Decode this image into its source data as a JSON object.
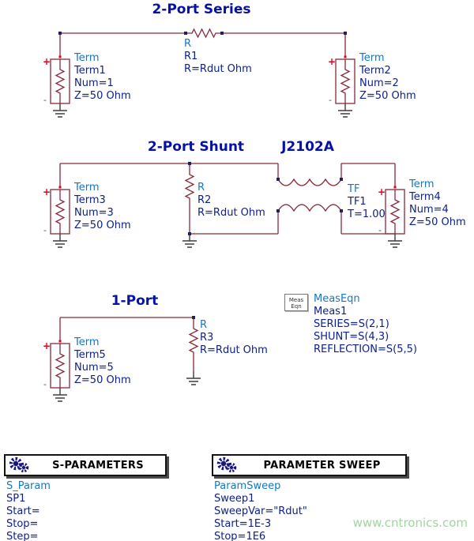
{
  "symbols": {
    "plus": "+",
    "minus": "-"
  },
  "titles": {
    "series": "2-Port Series",
    "shunt": "2-Port Shunt",
    "part": "J2102A",
    "one_port": "1-Port"
  },
  "terms": {
    "term1": {
      "type": "Term",
      "name": "Term1",
      "num": "Num=1",
      "z": "Z=50 Ohm"
    },
    "term2": {
      "type": "Term",
      "name": "Term2",
      "num": "Num=2",
      "z": "Z=50 Ohm"
    },
    "term3": {
      "type": "Term",
      "name": "Term3",
      "num": "Num=3",
      "z": "Z=50 Ohm"
    },
    "term4": {
      "type": "Term",
      "name": "Term4",
      "num": "Num=4",
      "z": "Z=50 Ohm"
    },
    "term5": {
      "type": "Term",
      "name": "Term5",
      "num": "Num=5",
      "z": "Z=50 Ohm"
    }
  },
  "resistors": {
    "r1": {
      "type": "R",
      "name": "R1",
      "value": "R=Rdut Ohm"
    },
    "r2": {
      "type": "R",
      "name": "R2",
      "value": "R=Rdut Ohm"
    },
    "r3": {
      "type": "R",
      "name": "R3",
      "value": "R=Rdut Ohm"
    }
  },
  "transformer": {
    "type": "TF",
    "name": "TF1",
    "t": "T=1.00"
  },
  "meas": {
    "box_line1": "Meas",
    "box_line2": "Eqn",
    "type": "MeasEqn",
    "name": "Meas1",
    "eq1": "SERIES=S(2,1)",
    "eq2": "SHUNT=S(4,3)",
    "eq3": "REFLECTION=S(5,5)"
  },
  "blocks": {
    "sparams": {
      "title": "S-PARAMETERS",
      "type": "S_Param",
      "name": "SP1",
      "l1": "Start=",
      "l2": "Stop=",
      "l3": "Step="
    },
    "sweep": {
      "title": "PARAMETER SWEEP",
      "type": "ParamSweep",
      "name": "Sweep1",
      "l1": "SweepVar=\"Rdut\"",
      "l2": "Start=1E-3",
      "l3": "Stop=1E6"
    }
  },
  "watermark": "www.cntronics.com"
}
